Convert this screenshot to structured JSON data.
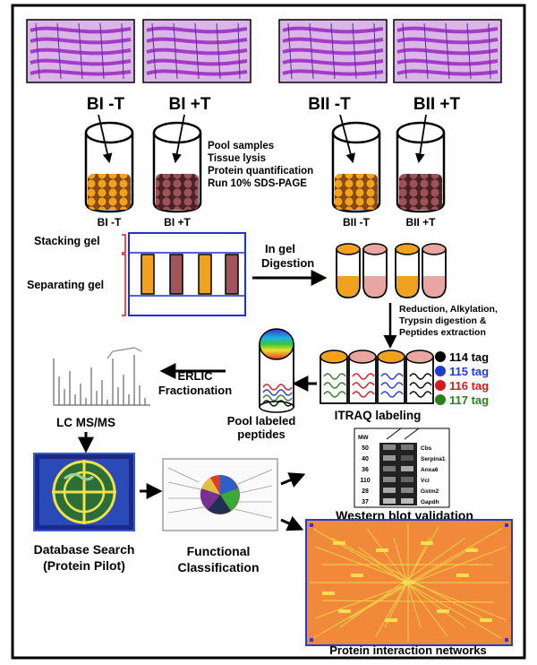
{
  "samples": {
    "top": [
      "BI -T",
      "BI +T",
      "BII -T",
      "BII +T"
    ],
    "tubes": [
      "BI -T",
      "BI +T",
      "BII -T",
      "BII +T"
    ]
  },
  "prep_steps": [
    "Pool samples",
    "Tissue lysis",
    "Protein quantification",
    "Run 10% SDS-PAGE"
  ],
  "gel": {
    "stacking": "Stacking gel",
    "separating": "Separating gel",
    "digest_line1": "In gel",
    "digest_line2": "Digestion"
  },
  "reduction_steps": [
    "Reduction, Alkylation,",
    "Trypsin digestion &",
    "Peptides extraction"
  ],
  "itraq": {
    "label": "ITRAQ labeling",
    "tags": [
      {
        "text": "114 tag",
        "color": "#000000"
      },
      {
        "text": "115 tag",
        "color": "#1f3bd6"
      },
      {
        "text": "116 tag",
        "color": "#d21a1a"
      },
      {
        "text": "117 tag",
        "color": "#2e7d1f"
      }
    ]
  },
  "pool": {
    "line1": "Pool labeled",
    "line2": "peptides"
  },
  "erlic": {
    "line1": "ERLIC",
    "line2": "Fractionation"
  },
  "lcms": "LC MS/MS",
  "database": {
    "line1": "Database Search",
    "line2": "(Protein Pilot)"
  },
  "functional": {
    "line1": "Functional",
    "line2": "Classification"
  },
  "western": {
    "title": "Western blot validation",
    "mw_header": "MW",
    "mw": [
      "50",
      "40",
      "36",
      "110",
      "28",
      "37"
    ],
    "proteins": [
      "Cbs",
      "Serpina1",
      "Anxa6",
      "Vcl",
      "Gstm2",
      "Gapdh"
    ]
  },
  "network": {
    "title": "Protein interaction networks"
  },
  "colors": {
    "orange": "#f0a21e",
    "mauve": "#a0555a",
    "pink_tube": "#e9a6a0",
    "tissue": "#b84fd6",
    "network_bg": "#f08a3a",
    "network_line": "#f3e04b",
    "border": "#000000"
  }
}
